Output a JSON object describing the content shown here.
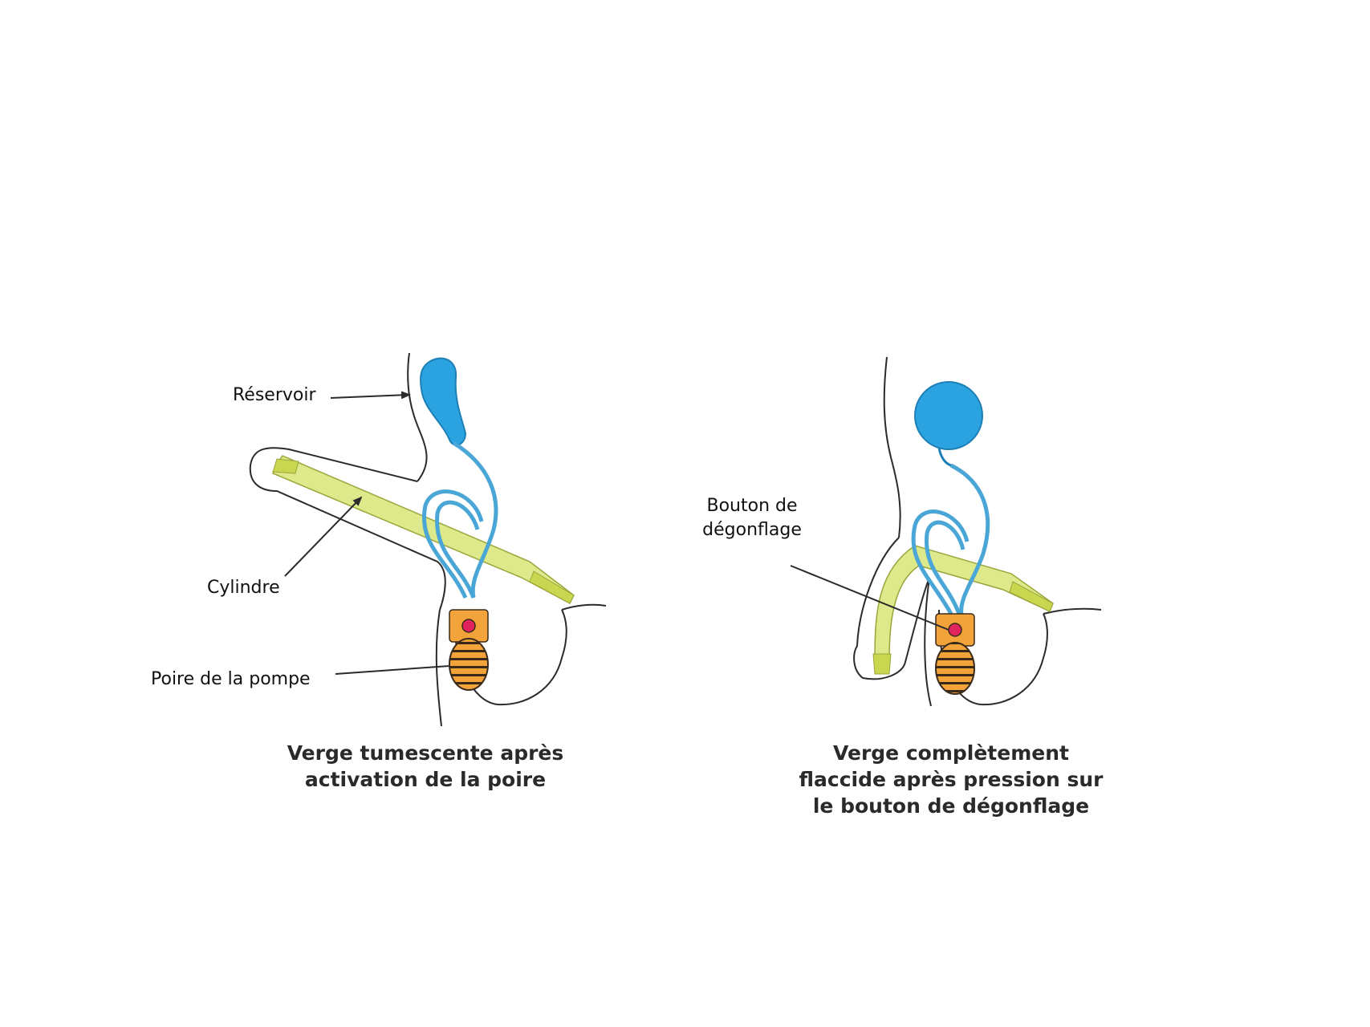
{
  "colors": {
    "reservoir": "#2aa3e0",
    "reservoir_outline": "#1d7fb5",
    "tube": "#4aa6d6",
    "cylinder": "#dde98a",
    "cylinder_tip": "#c9d650",
    "pump": "#f2a43a",
    "pump_dark": "#3a2a1a",
    "button": "#e0245e",
    "outline": "#2b2b2b"
  },
  "left_figure": {
    "labels": {
      "reservoir": "Réservoir",
      "cylinder": "Cylindre",
      "pump_bulb": "Poire de la pompe"
    },
    "caption": {
      "line1": "Verge tumescente après",
      "line2": "activation de la poire"
    }
  },
  "right_figure": {
    "labels": {
      "deflate_button_line1": "Bouton de",
      "deflate_button_line2": "dégonflage"
    },
    "caption": {
      "line1": "Verge complètement",
      "line2": "flaccide après pression sur",
      "line3": "le bouton de dégonflage"
    }
  }
}
